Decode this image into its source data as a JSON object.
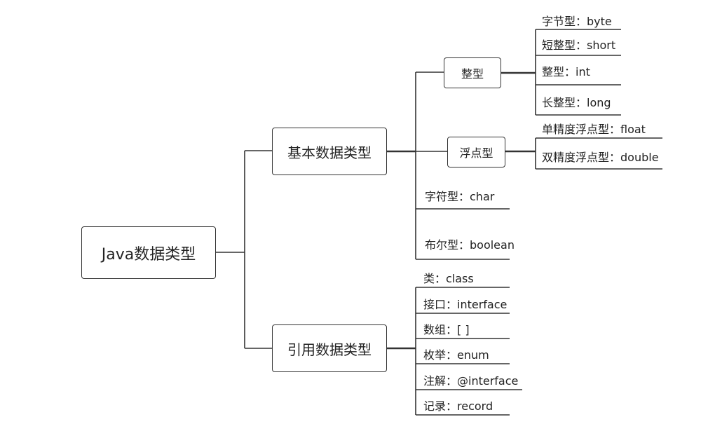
{
  "root": "Java数据类型",
  "primitive": {
    "label": "基本数据类型",
    "integer": {
      "label": "整型",
      "items": [
        "字节型：byte",
        "短整型：short",
        "整型：int",
        "长整型：long"
      ]
    },
    "float": {
      "label": "浮点型",
      "items": [
        "单精度浮点型：float",
        "双精度浮点型：double"
      ]
    },
    "char": "字符型：char",
    "boolean": "布尔型：boolean"
  },
  "reference": {
    "label": "引用数据类型",
    "items": [
      "类：class",
      "接口：interface",
      "数组：[ ]",
      "枚举：enum",
      "注解：@interface",
      "记录：record"
    ]
  }
}
